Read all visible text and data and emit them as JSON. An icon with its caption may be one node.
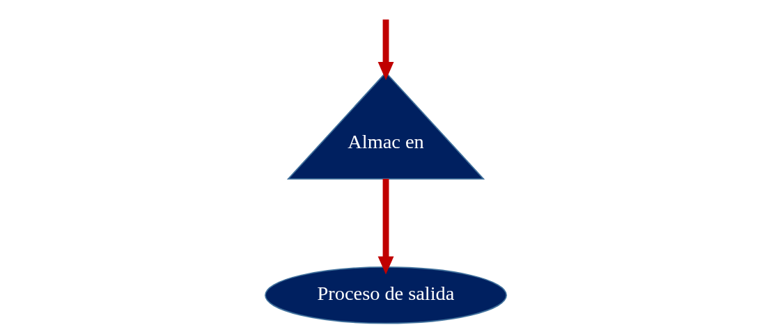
{
  "diagram": {
    "nodes": [
      {
        "text": [
          "Almac en"
        ]
      },
      {
        "text": [
          "Proceso de salida"
        ]
      }
    ],
    "edges": [
      {
        "from": null,
        "to": 0,
        "arrow": "to"
      },
      {
        "from": 0,
        "to": 1,
        "arrow": "to"
      }
    ]
  }
}
